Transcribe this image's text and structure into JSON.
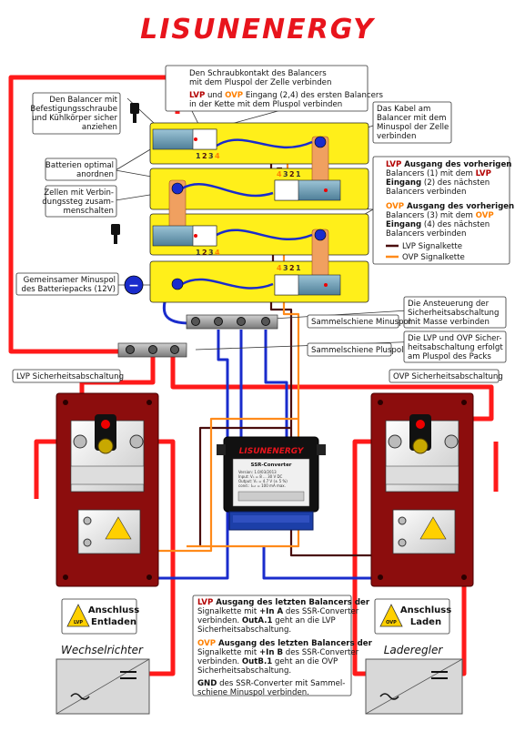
{
  "brand": "LISUNENERGY",
  "callouts": {
    "balancer_screw": [
      "Den Balancer mit",
      "Befestigungsschraube",
      "und Kühlkörper sicher",
      "anziehen"
    ],
    "screw_plus": [
      "Den Schraubkontakt des  Balancers",
      "mit dem Pluspol der Zelle verbinden"
    ],
    "lvp_ovp_input": {
      "lvp": "LVP",
      "und": " und ",
      "ovp": "OVP",
      "line1_rest": " Eingang (2,4) des ersten Balancers",
      "line2": "in der Kette mit dem Pluspol verbinden"
    },
    "cable_minus": [
      "Das Kabel am",
      "Balancer mit dem",
      "Minuspol der Zelle",
      "verbinden"
    ],
    "arrange": [
      "Batterien optimal",
      "anordnen"
    ],
    "connect_cells": [
      "Zellen mit Verbin-",
      "dungssteg zusam-",
      "menschalten"
    ],
    "common_minus": [
      "Gemeinsamer Minuspol",
      "des Batteriepacks (12V)"
    ],
    "lvp_output": {
      "lvp": "LVP",
      "l1_rest": " Ausgang des vorherigen",
      "l2_pre": "Balancers (1) mit dem ",
      "l2_lvp": "LVP",
      "l3": "Eingang",
      "l3_rest": " (2) des nächsten",
      "l4": "Balancers verbinden"
    },
    "ovp_output": {
      "ovp": "OVP",
      "l1_rest": " Ausgang des vorherigen",
      "l2_pre": "Balancers (3) mit dem ",
      "l2_ovp": "OVP",
      "l3": "Eingang",
      "l3_rest": " (4) des nächsten",
      "l4": "Balancers verbinden"
    },
    "legend_lvp": "LVP Signalkette",
    "legend_ovp": "OVP Signalkette",
    "control_ground": [
      "Die Ansteuerung der",
      "Sicherheitsabschaltung",
      "mit Masse verbinden"
    ],
    "safety_plus": [
      "Die LVP und OVP Sicher-",
      "heitsabschaltung erfolgt",
      "am Pluspol des Packs"
    ]
  },
  "labels": {
    "busbar_minus": "Sammelschiene Minuspol",
    "busbar_plus": "Sammelschiene Pluspol",
    "lvp_shutdown": "LVP Sicherheitsabschaltung",
    "ovp_shutdown": "OVP Sicherheitsabschaltung",
    "pins_1234": [
      "1",
      "2",
      "3",
      "4"
    ],
    "pins_4321": [
      "4",
      "3",
      "2",
      "1"
    ],
    "minus_sign": "−"
  },
  "converter": {
    "brand": "LISUNENERGY",
    "name": "SSR-Converter",
    "spec_lines": [
      "Version: 1.0/03/2013",
      "Input: Vₙ = 8 ... 30 V DC",
      "Output: Vₒ = 4.7 V (± 5 %)",
      "cond.: Iₒᵤₜ = 100 mA max."
    ]
  },
  "bottom": {
    "discharge": [
      "Anschluss",
      "Entladen"
    ],
    "charge": [
      "Anschluss",
      "Laden"
    ],
    "inverter": "Wechselrichter",
    "charger": "Laderegler",
    "lvp_icon": "LVP",
    "ovp_icon": "OVP"
  },
  "instructions": {
    "p1": {
      "lvp": "LVP",
      "l1_rest": " Ausgang des letzten Balancers der",
      "l2_pre": "Signalkette mit ",
      "l2_bold": "+In A",
      "l2_rest": " des SSR-Converter",
      "l3_pre": "verbinden. ",
      "l3_bold": "OutA.1",
      "l3_rest": " geht an die LVP",
      "l4": "Sicherheitsabschaltung."
    },
    "p2": {
      "ovp": "OVP",
      "l1_rest": " Ausgang des letzten Balancers der",
      "l2_pre": "Signalkette mit ",
      "l2_bold": "+In B",
      "l2_rest": " des SSR-Converter",
      "l3_pre": "verbinden. ",
      "l3_bold": "OutB.1",
      "l3_rest": " geht an die OVP",
      "l4": "Sicherheitsabschaltung."
    },
    "p3": {
      "gnd": "GND",
      "l1_rest": " des SSR-Converter mit Sammel-",
      "l2": "schiene Minuspol verbinden."
    }
  },
  "colors": {
    "brand_red": "#e8141c",
    "wire_red": "#ff1a1a",
    "wire_blue": "#1a2ccc",
    "lvp_wire": "#4a0d0d",
    "ovp_wire": "#ff8a1a",
    "battery_yellow": "#ffef1a",
    "balancer_blue": "#6fa0b8",
    "relay_board": "#8c0d0d",
    "strap_orange": "#f0a060"
  }
}
